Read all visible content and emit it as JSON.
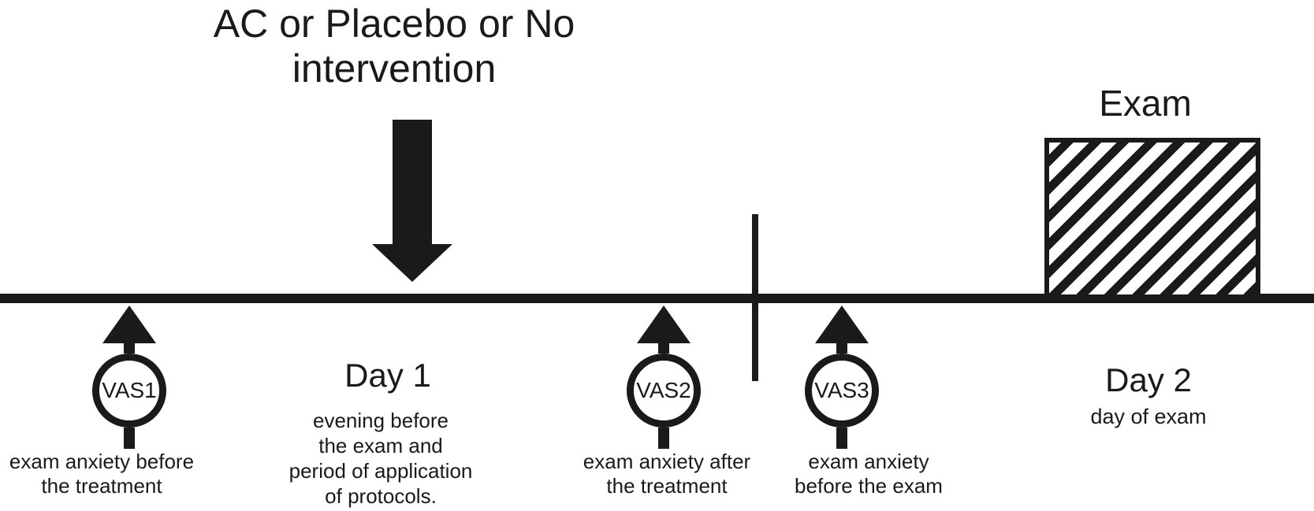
{
  "title": {
    "line1": "AC or Placebo or No",
    "line2": "intervention"
  },
  "exam": {
    "label": "Exam"
  },
  "day1": {
    "label": "Day 1",
    "lines": [
      "evening before",
      "the exam and",
      "period of application",
      "of protocols."
    ]
  },
  "day2": {
    "label": "Day 2",
    "line": "day of exam"
  },
  "vas_markers": [
    {
      "label": "VAS1",
      "lines": [
        "exam anxiety before",
        "the treatment"
      ]
    },
    {
      "label": "VAS2",
      "lines": [
        "exam anxiety after",
        "the treatment"
      ]
    },
    {
      "label": "VAS3",
      "lines": [
        "exam anxiety",
        "before the exam"
      ]
    }
  ],
  "icons": {
    "intervention_arrow": "down-arrow",
    "vas_pointer": "up-arrow",
    "exam_box": "hatched-rectangle"
  },
  "colors": {
    "ink": "#1a1a1a",
    "background": "#ffffff"
  }
}
